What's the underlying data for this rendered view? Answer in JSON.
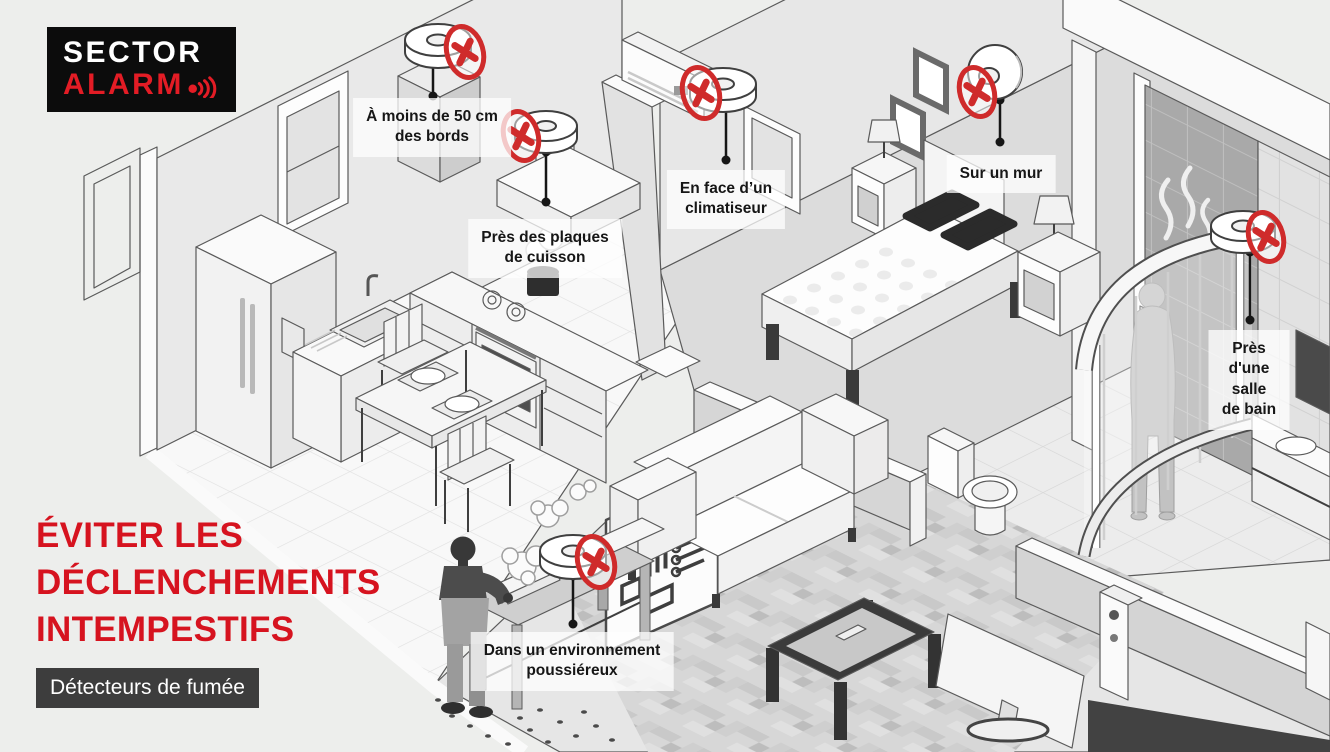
{
  "logo": {
    "brand_top": "SECTOR",
    "brand_bottom": "ALARM",
    "bg_color": "#0c0c0c",
    "top_color": "#ffffff",
    "bottom_color": "#e31c25"
  },
  "headline": {
    "line1": "ÉVITER LES",
    "line2": "DÉCLENCHEMENTS",
    "line3": "INTEMPESTIFS",
    "color": "#d6131f"
  },
  "category_badge": {
    "label": "Détecteurs de fumée",
    "bg_color": "#3d3d3d",
    "text_color": "#ffffff"
  },
  "annotations": [
    {
      "id": "near-edges",
      "label": "À moins de 50 cm\ndes bords"
    },
    {
      "id": "near-cooktop",
      "label": "Près des plaques\nde cuisson"
    },
    {
      "id": "facing-ac",
      "label": "En face d’un\nclimatiseur"
    },
    {
      "id": "on-wall",
      "label": "Sur un mur"
    },
    {
      "id": "near-bathroom",
      "label": "Près d'une\nsalle de bain"
    },
    {
      "id": "dusty-environment",
      "label": "Dans un environnement\npoussiéreux"
    }
  ],
  "symbols": {
    "smoke_detector_icon": "smoke-detector-icon",
    "prohibition_icon": "no-sign-icon",
    "sound_waves_icon": "sound-waves-icon",
    "detector_count": 6,
    "prohibition_color": "#cf2b2b"
  },
  "colors": {
    "background": "#edeeec",
    "accent_red": "#d6131f",
    "logo_red": "#e31c25",
    "label_bg": "rgba(255,255,255,0.74)",
    "badge_bg": "#3d3d3d"
  }
}
